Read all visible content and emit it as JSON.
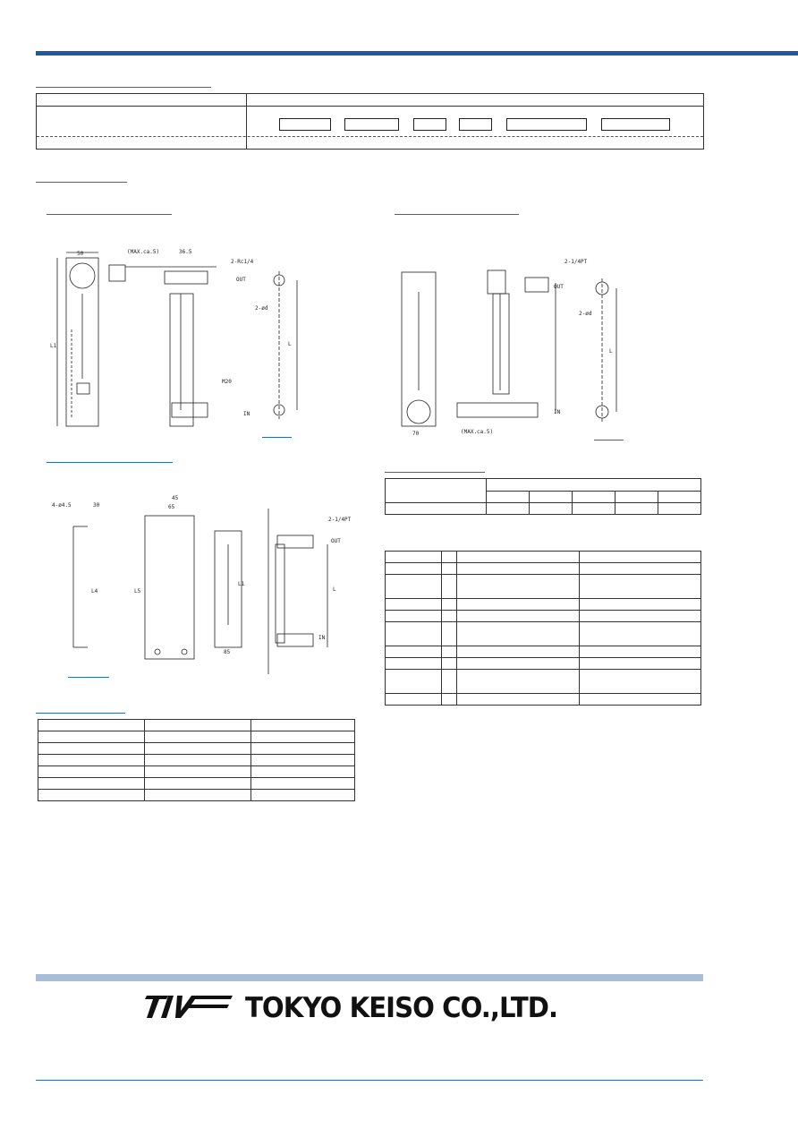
{
  "company_name": "TOKYO KEISO CO.,LTD.",
  "logo": "TKK",
  "colors": {
    "header_bar": "#1e5a9c",
    "footer_bar": "#a9bdd8",
    "heading_rule": "#2b6cb0"
  },
  "drawing_labels": {
    "a_top": "(MAX.ca.5)",
    "a_top_dim": "36.5",
    "a_width": "50",
    "a_port": "2-Rc1/4",
    "a_out": "OUT",
    "a_in": "IN",
    "a_mount": "2-ød",
    "a_l1": "L1",
    "a_l": "L",
    "a_m": "M20",
    "b_port": "2-1/4PT",
    "b_out": "OUT",
    "b_in": "IN",
    "b_mount": "2-ød",
    "b_width": "70",
    "b_max": "(MAX.ca.5)",
    "b_l": "L",
    "c_hole": "4-ø4.5",
    "c_30": "30",
    "c_45": "45",
    "c_65": "65",
    "c_l4": "L4",
    "c_l5": "L5",
    "c_l1": "L1",
    "c_85": "85",
    "c_port": "2-1/4PT",
    "c_out": "OUT",
    "c_in": "IN",
    "c_l": "L"
  }
}
